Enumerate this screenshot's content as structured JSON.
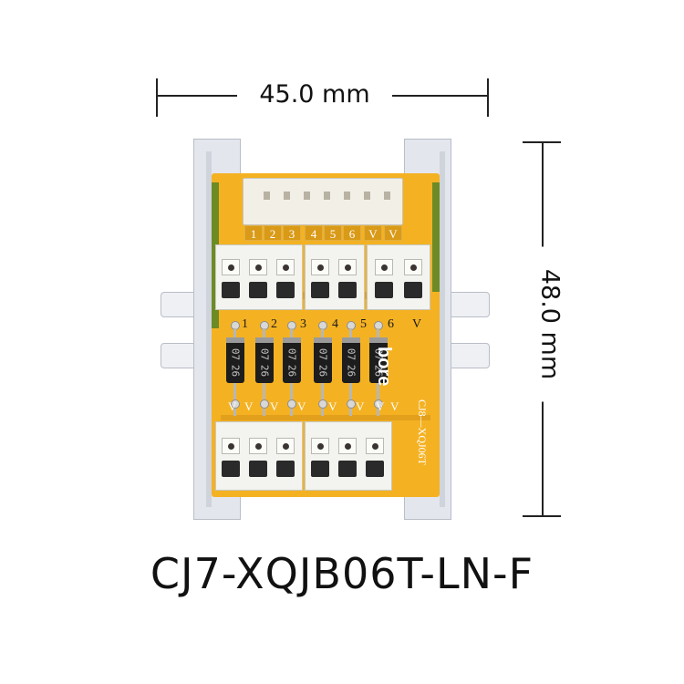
{
  "dimensions": {
    "width_label": "45.0 mm",
    "height_label": "48.0 mm"
  },
  "product": {
    "model_title": "CJ7-XQJB06T-LN-F",
    "brand": "bore",
    "pcb_model_text": "CJ8—XQJ06T"
  },
  "connector_pin_labels": [
    "1",
    "2",
    "3",
    "4",
    "5",
    "6",
    "V",
    "V"
  ],
  "diode_labels": [
    "1",
    "2",
    "3",
    "4",
    "5",
    "6",
    "V"
  ],
  "diode_marking": [
    "07",
    "26"
  ],
  "bottom_v_labels": [
    "V",
    "V",
    "V",
    "V",
    "V",
    "V",
    "V",
    "V"
  ],
  "colors": {
    "pcb": "#f4b223",
    "terminal": "#f3f3ef",
    "rail": "#e3e6ec",
    "diode": "#1d1d1d"
  }
}
